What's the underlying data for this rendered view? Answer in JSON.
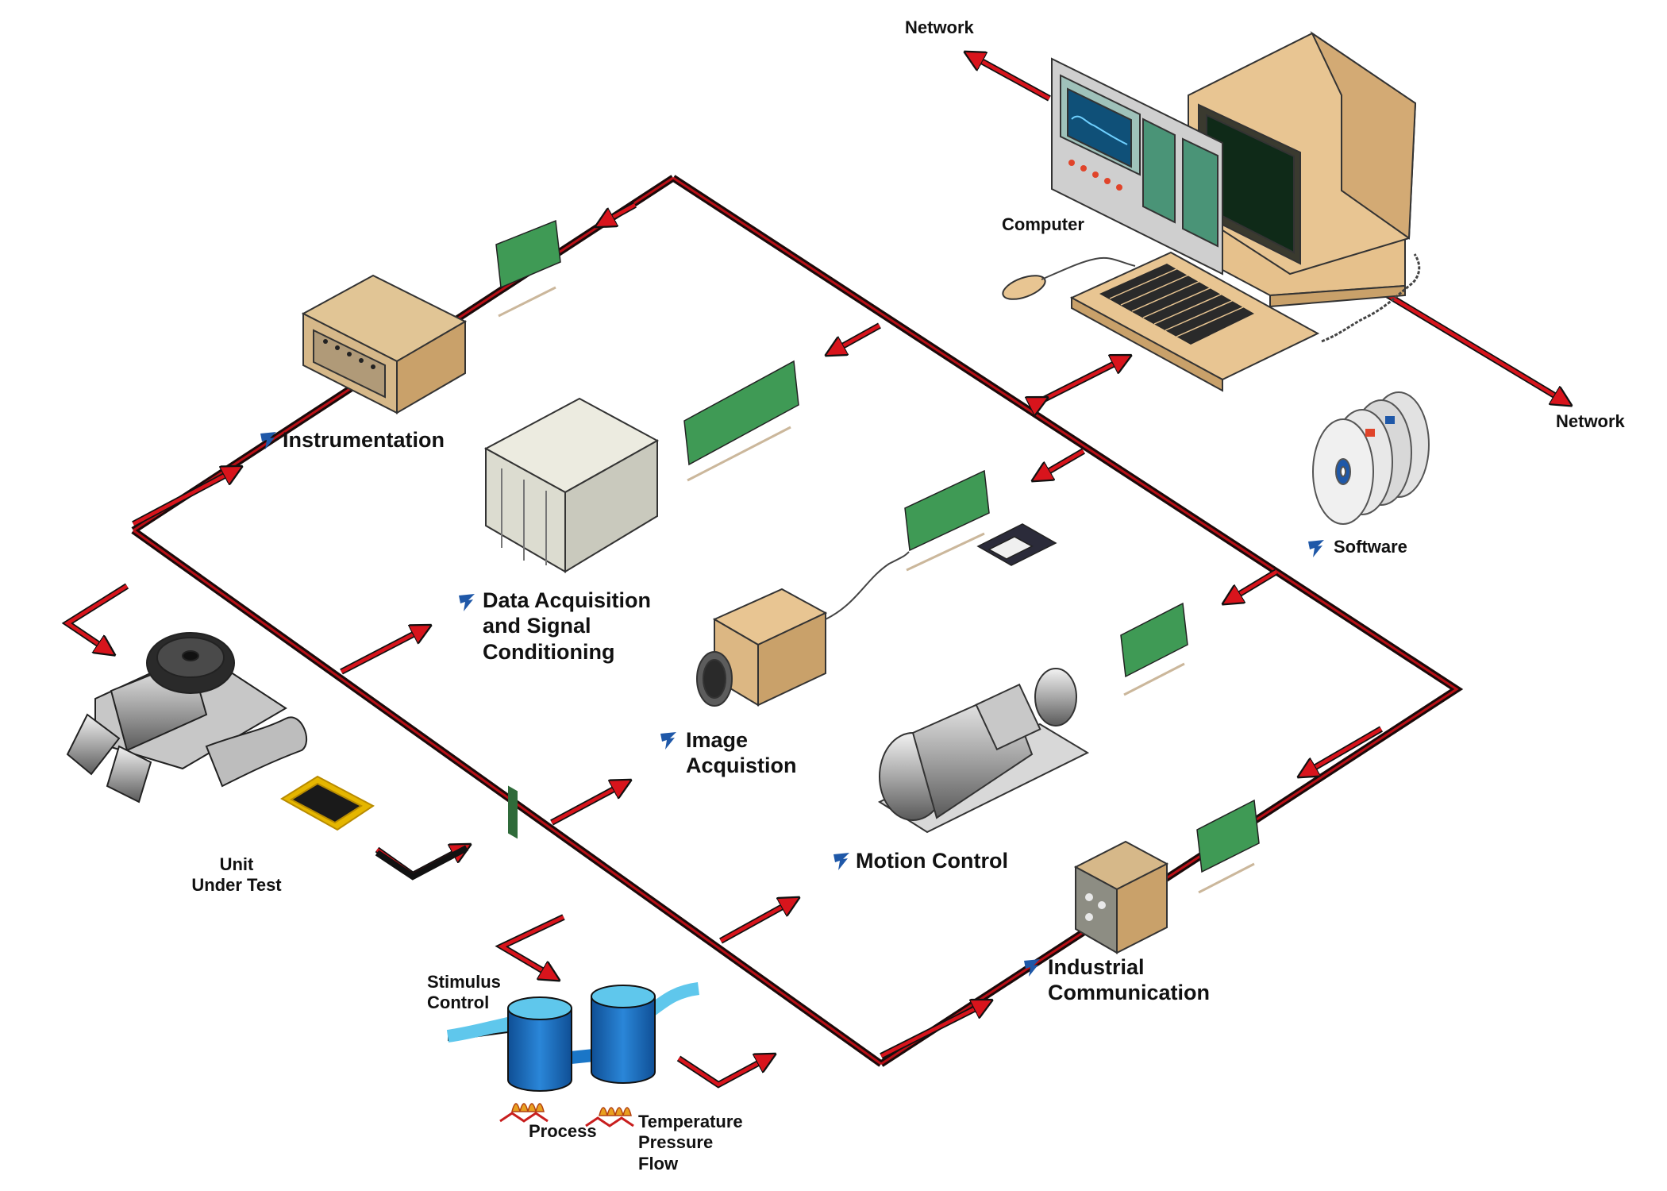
{
  "labels": {
    "network_top": "Network",
    "network_right": "Network",
    "computer": "Computer",
    "software": "Software",
    "instrumentation": "Instrumentation",
    "daq_line1": "Data Acquisition",
    "daq_line2": "and Signal",
    "daq_line3": "Conditioning",
    "image_line1": "Image",
    "image_line2": "Acquistion",
    "motion": "Motion Control",
    "industrial_line1": "Industrial",
    "industrial_line2": "Communication",
    "uut_line1": "Unit",
    "uut_line2": "Under Test",
    "stimulus_line1": "Stimulus",
    "stimulus_line2": "Control",
    "process": "Process",
    "temp_line1": "Temperature",
    "temp_line2": "Pressure",
    "temp_line3": "Flow"
  },
  "colors": {
    "bus": "#1a0a0a",
    "arrow": "#d8141c",
    "beige": "#e8c592",
    "beige_dark": "#c9a16a",
    "board": "#3f9a55",
    "cylinder": "#1a76c7",
    "flame": "#e8a020",
    "logo": "#1f58a8"
  }
}
